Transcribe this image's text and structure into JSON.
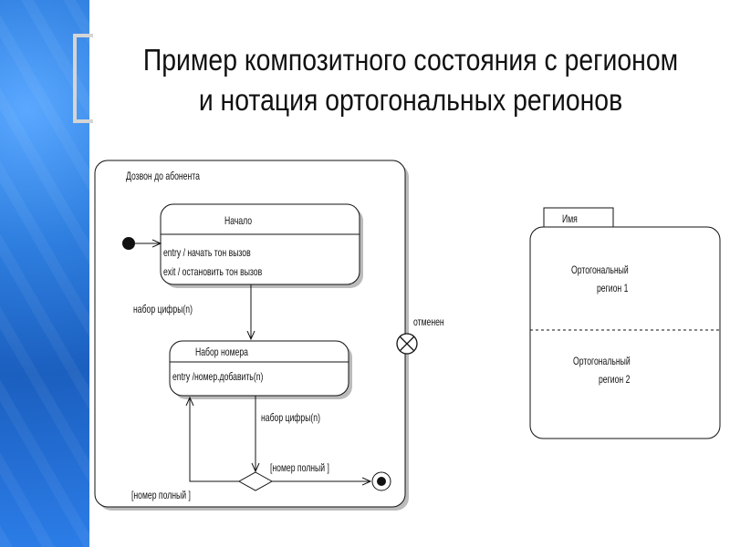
{
  "title": {
    "line1": "Пример композитного состояния с регионом",
    "line2": "и нотация ортогональных регионов"
  },
  "left_diagram": {
    "composite_label": "Дозвон до абонента",
    "state_start": {
      "name": "Начало",
      "entry": "entry / начать тон вызов",
      "exit": "exit / остановить тон вызов"
    },
    "transition_1": "набор цифры(n)",
    "state_dial": {
      "name": "Набор номера",
      "entry": "entry /номер.добавить(n)"
    },
    "transition_2": "набор цифры(n)",
    "guard_incomplete": "[номер полный ]",
    "guard_complete": "[номер полный ]",
    "cancel_label": "отменен"
  },
  "right_diagram": {
    "tab_label": "Имя",
    "region1": [
      "Ортогональный",
      "регион 1"
    ],
    "region2": [
      "Ортогональный",
      "регион 2"
    ]
  }
}
